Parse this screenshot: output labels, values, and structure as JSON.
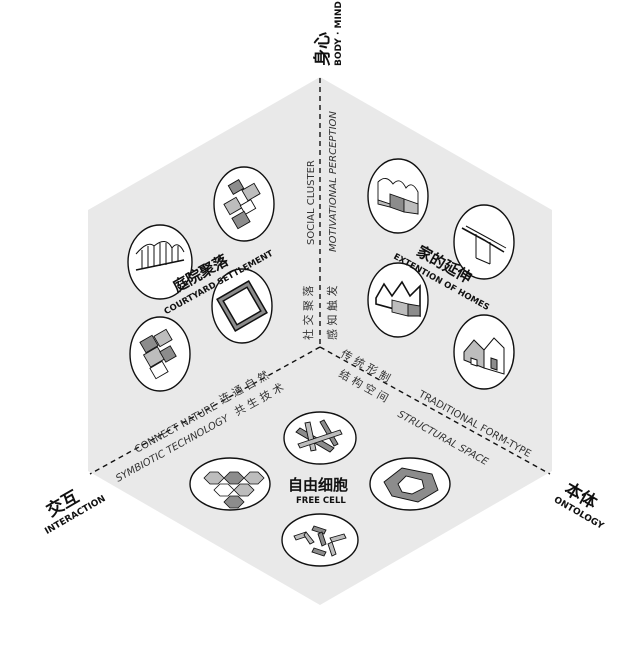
{
  "axes": {
    "top": {
      "cn": "身心",
      "en": "BODY · MIND"
    },
    "left": {
      "cn": "交互",
      "en": "INTERACTION"
    },
    "right": {
      "cn": "本体",
      "en": "ONTOLOGY"
    }
  },
  "faces": {
    "courtyard": {
      "cn": "庭院聚落",
      "en": "COURTYARD SETTLEMENT"
    },
    "homes": {
      "cn": "家的延伸",
      "en": "EXTENTION OF HOMES"
    },
    "cell": {
      "cn": "自由细胞",
      "en": "FREE CELL"
    }
  },
  "edges": {
    "social": {
      "en": "SOCIAL CLUSTER",
      "cn": "社 交 聚 落"
    },
    "motivation": {
      "en": "MOTIVATIONAL PERCEPTION",
      "cn": "感 知 触 发"
    },
    "nature": {
      "en": "CONNECT NATURE",
      "cn": "连 通 自 然"
    },
    "symbiotic": {
      "en": "SYMBIOTIC TECHNOLOGY",
      "cn": "共 生 技 术"
    },
    "traditional": {
      "en": "TRADITIONAL FORM-TYPE",
      "cn": "传 统 形 制"
    },
    "structural": {
      "en": "STRUCTURAL SPACE",
      "cn": "结 构 空 间"
    }
  },
  "colors": {
    "face": "#e9e9e9",
    "stroke": "#111111",
    "thumb_fill": "#ffffff",
    "shade": "#8c8c8c",
    "shade_light": "#bdbdbd"
  }
}
